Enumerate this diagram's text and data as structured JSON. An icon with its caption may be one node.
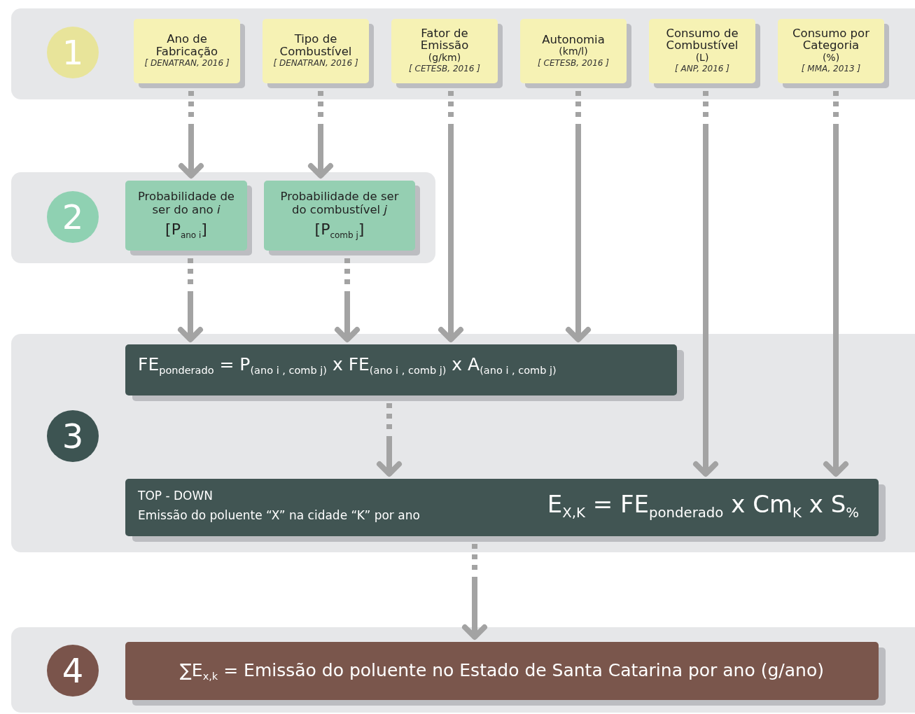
{
  "diagram": {
    "nodes": [
      {
        "text": [],
        "shape": "box"
      },
      {
        "text": [
          "1"
        ],
        "in": 0
      },
      {
        "text": [
          "Ano de Fabricação",
          "[ DENATRAN, 2016 ]"
        ],
        "in": 0
      },
      {
        "text": [
          "Tipo de Combustível",
          "[ DENATRAN, 2016 ]"
        ],
        "in": 0
      },
      {
        "text": [
          "Fator de Emissão",
          "(g/km)",
          "[ CETESB, 2016 ]"
        ],
        "in": 0
      },
      {
        "text": [
          "Autonomia",
          "(km/l)",
          "[ CETESB, 2016 ]"
        ],
        "in": 0
      },
      {
        "text": [
          "Consumo de Combustível",
          "(L)",
          "[ ANP, 2016 ]"
        ],
        "in": 0
      },
      {
        "text": [
          "Consumo por Categoria",
          "(%)",
          "[ MMA, 2013 ]"
        ],
        "in": 0
      },
      {
        "text": [],
        "shape": "box"
      },
      {
        "text": [
          "2"
        ],
        "in": 8
      },
      {
        "text": [
          "Probabilidade de ser do ano *i*",
          "[P$_{ano i}$]"
        ],
        "in": 8
      },
      {
        "text": [
          "Probabilidade de ser do combustível *j*",
          "[P$_{comb j}$]"
        ],
        "in": 8
      },
      {
        "text": [],
        "shape": "box"
      },
      {
        "text": [
          "3"
        ],
        "in": 12
      },
      {
        "text": [
          "FE$_{ponderado}$ = P$_{(ano i , comb j)}$ x FE$_{(ano i , comb j)}$ x A$_{(ano i , comb j)}$"
        ],
        "in": 12
      },
      {
        "text": [
          "TOP - DOWN",
          "Emissão do poluente “X” na cidade “K” por ano",
          "E$_{X,K}$ = FE$_{ponderado}$ x Cm$_{K}$ x S$_{%}$"
        ],
        "in": 12
      },
      {
        "text": [],
        "shape": "box"
      },
      {
        "text": [
          "4"
        ],
        "in": 16
      },
      {
        "text": [
          "∑E$_{x,k}$ = Emissão do poluente no Estado de Santa Catarina por ano (g/ano)"
        ],
        "in": 16
      }
    ],
    "edges": [
      {
        "from": 2,
        "to": 10,
        "arrow": "to"
      },
      {
        "from": 3,
        "to": 11,
        "arrow": "to"
      },
      {
        "from": 4,
        "to": 14,
        "arrow": "to"
      },
      {
        "from": 5,
        "to": 14,
        "arrow": "to"
      },
      {
        "from": 6,
        "to": 15,
        "arrow": "to"
      },
      {
        "from": 7,
        "to": 15,
        "arrow": "to"
      },
      {
        "from": 10,
        "to": 14,
        "arrow": "to"
      },
      {
        "from": 11,
        "to": 14,
        "arrow": "to"
      },
      {
        "from": 14,
        "to": 15,
        "arrow": "to"
      },
      {
        "from": 15,
        "to": 18,
        "arrow": "to"
      }
    ]
  }
}
